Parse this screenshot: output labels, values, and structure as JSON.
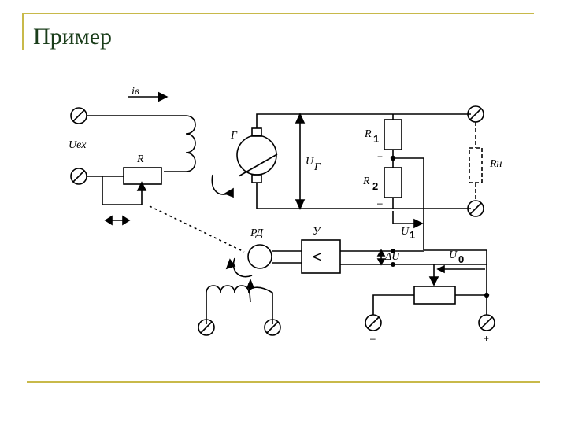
{
  "title": "Пример",
  "labels": {
    "ie": "iв",
    "uvx": "Uвх",
    "r": "R",
    "g": "Г",
    "ug": "U",
    "ug_sub": "Г",
    "r1": "R",
    "r1_sub": "1",
    "r2": "R",
    "r2_sub": "2",
    "rn": "Rн",
    "plus_mid": "+",
    "minus_mid": "–",
    "u1": "U",
    "u1_sub": "1",
    "rd": "РД",
    "u_amp": "У",
    "amp_symbol": "<",
    "du": "ΔU",
    "u0": "U",
    "u0_sub": "0",
    "minus_bottom": "–",
    "plus_bottom": "+"
  }
}
